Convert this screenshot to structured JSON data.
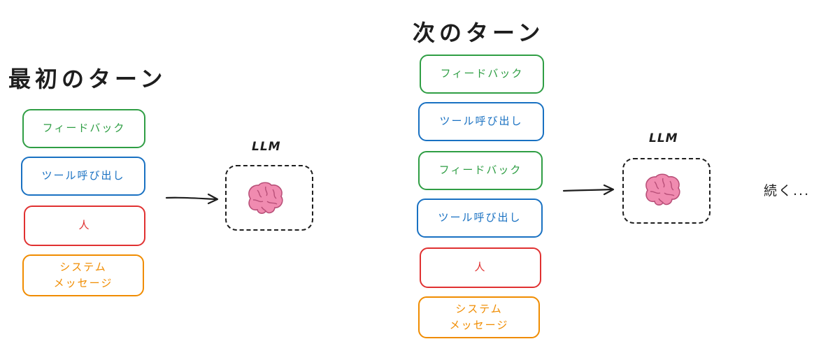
{
  "first_turn": {
    "title": "最初のターン",
    "messages": [
      {
        "label": "フィードバック",
        "kind": "feedback"
      },
      {
        "label": "ツール呼び出し",
        "kind": "tool"
      },
      {
        "label": "人",
        "kind": "human"
      },
      {
        "label": "システム\nメッセージ",
        "kind": "system"
      }
    ],
    "llm_label": "LLM"
  },
  "next_turn": {
    "title": "次のターン",
    "messages": [
      {
        "label": "フィードバック",
        "kind": "feedback"
      },
      {
        "label": "ツール呼び出し",
        "kind": "tool"
      },
      {
        "label": "フィードバック",
        "kind": "feedback"
      },
      {
        "label": "ツール呼び出し",
        "kind": "tool"
      },
      {
        "label": "人",
        "kind": "human"
      },
      {
        "label": "システム\nメッセージ",
        "kind": "system"
      }
    ],
    "llm_label": "LLM"
  },
  "continuation": "続く...",
  "colors": {
    "feedback": "#2f9e44",
    "tool": "#1971c2",
    "human": "#e03131",
    "system": "#f08c00",
    "brain": "#f08bb0"
  }
}
